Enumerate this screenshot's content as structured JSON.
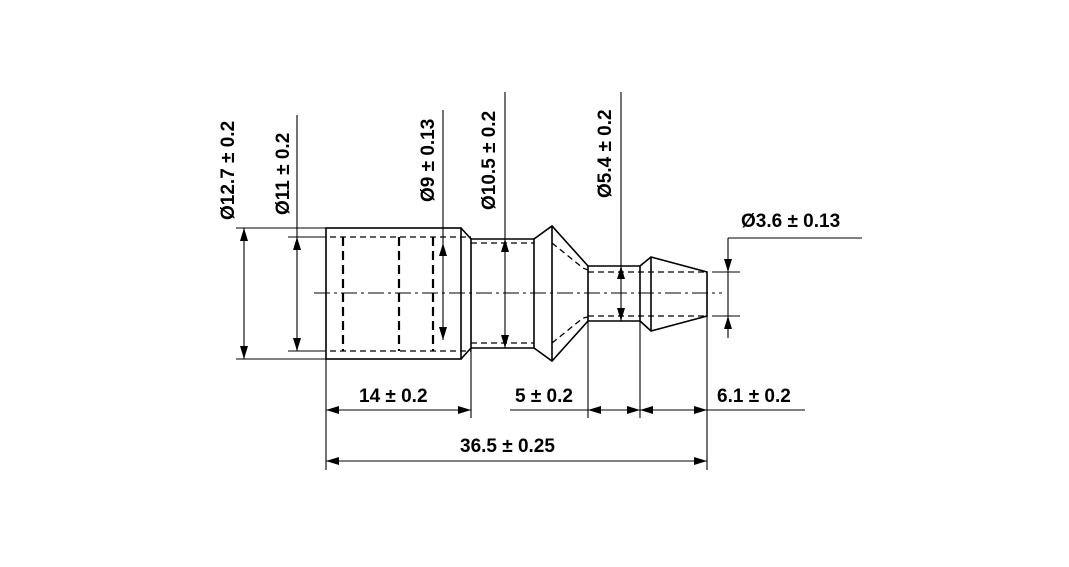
{
  "diagram": {
    "dimensions": {
      "d_outer": "Ø12.7 ± 0.2",
      "d_11": "Ø11 ± 0.2",
      "d_9": "Ø9 ± 0.13",
      "d_10_5": "Ø10.5 ± 0.2",
      "d_5_4": "Ø5.4 ± 0.2",
      "d_3_6": "Ø3.6 ± 0.13",
      "len_14": "14 ± 0.2",
      "len_5": "5 ± 0.2",
      "len_6_1": "6.1 ± 0.2",
      "len_total": "36.5 ± 0.25"
    }
  }
}
